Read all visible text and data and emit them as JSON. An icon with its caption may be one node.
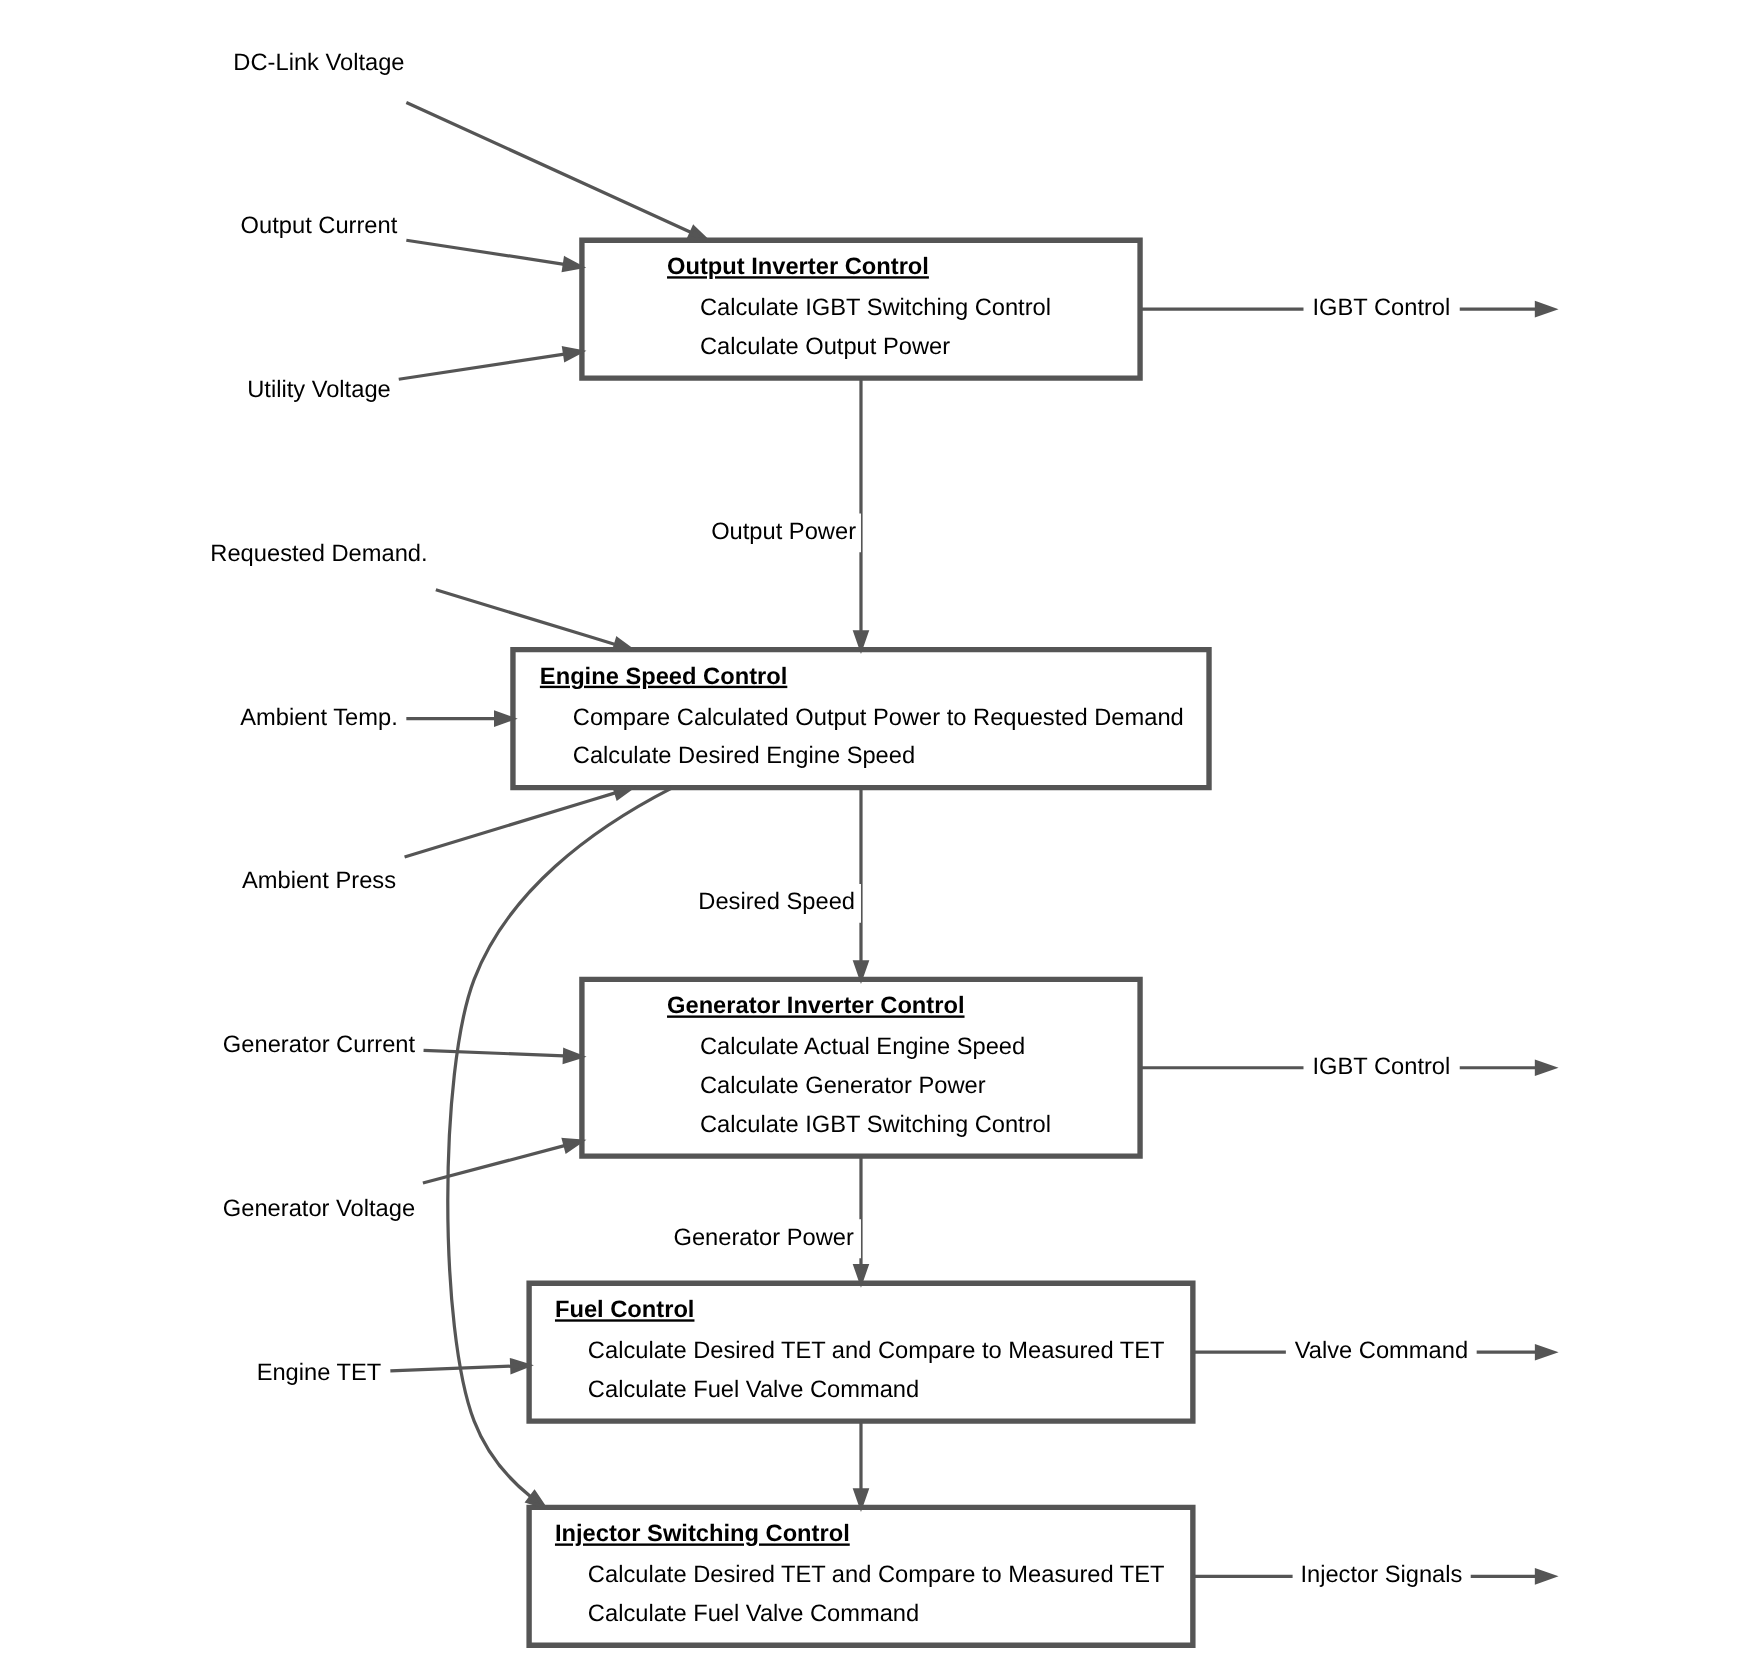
{
  "diagram": {
    "nodes": [
      {
        "text": [
          "DC-Link Voltage"
        ]
      },
      {
        "text": [
          "Output Current"
        ]
      },
      {
        "text": [
          "Utility Voltage"
        ]
      },
      {
        "text": [
          "Output Inverter Control",
          "Calculate IGBT Switching Control",
          "Calculate Output Power"
        ]
      },
      {
        "text": [
          "IGBT Control"
        ]
      },
      {
        "text": [
          "Requested Demand."
        ]
      },
      {
        "text": [
          "Ambient Temp."
        ]
      },
      {
        "text": [
          "Ambient Press"
        ]
      },
      {
        "text": [
          "Engine Speed Control",
          "Compare Calculated Output Power to Requested Demand",
          "Calculate Desired Engine Speed"
        ]
      },
      {
        "text": [
          "Generator Current"
        ]
      },
      {
        "text": [
          "Generator Voltage"
        ]
      },
      {
        "text": [
          "Generator Inverter Control",
          "Calculate Actual Engine Speed",
          "Calculate Generator Power",
          "Calculate IGBT Switching Control"
        ]
      },
      {
        "text": [
          "IGBT Control"
        ]
      },
      {
        "text": [
          "Engine TET"
        ]
      },
      {
        "text": [
          "Fuel Control",
          "Calculate Desired TET and Compare to Measured TET",
          "Calculate Fuel Valve Command"
        ]
      },
      {
        "text": [
          "Valve Command"
        ]
      },
      {
        "text": [
          "Injector Switching Control",
          "Calculate Desired TET and Compare to Measured TET",
          "Calculate Fuel Valve Command"
        ]
      },
      {
        "text": [
          "Injector Signals"
        ]
      }
    ],
    "edges": [
      {
        "from": 0,
        "to": 3,
        "arrow": "to"
      },
      {
        "from": 1,
        "to": 3,
        "arrow": "to"
      },
      {
        "from": 2,
        "to": 3,
        "arrow": "to"
      },
      {
        "from": 3,
        "to": 4,
        "arrow": "none"
      },
      {
        "from": 4,
        "to": null,
        "arrow": "to"
      },
      {
        "from": 3,
        "to": 8,
        "arrow": "to",
        "label": "Output Power"
      },
      {
        "from": 5,
        "to": 8,
        "arrow": "to"
      },
      {
        "from": 6,
        "to": 8,
        "arrow": "to"
      },
      {
        "from": 7,
        "to": 8,
        "arrow": "to"
      },
      {
        "from": 8,
        "to": 11,
        "arrow": "to",
        "label": "Desired Speed"
      },
      {
        "from": 8,
        "to": 16,
        "arrow": "to"
      },
      {
        "from": 9,
        "to": 11,
        "arrow": "to"
      },
      {
        "from": 10,
        "to": 11,
        "arrow": "to"
      },
      {
        "from": 11,
        "to": 12,
        "arrow": "none"
      },
      {
        "from": 12,
        "to": null,
        "arrow": "to"
      },
      {
        "from": 11,
        "to": 14,
        "arrow": "to",
        "label": "Generator Power"
      },
      {
        "from": 13,
        "to": 14,
        "arrow": "to"
      },
      {
        "from": 14,
        "to": 15,
        "arrow": "none"
      },
      {
        "from": 15,
        "to": null,
        "arrow": "to"
      },
      {
        "from": 14,
        "to": 16,
        "arrow": "to"
      },
      {
        "from": 16,
        "to": 17,
        "arrow": "none"
      },
      {
        "from": 17,
        "to": null,
        "arrow": "to"
      }
    ]
  }
}
